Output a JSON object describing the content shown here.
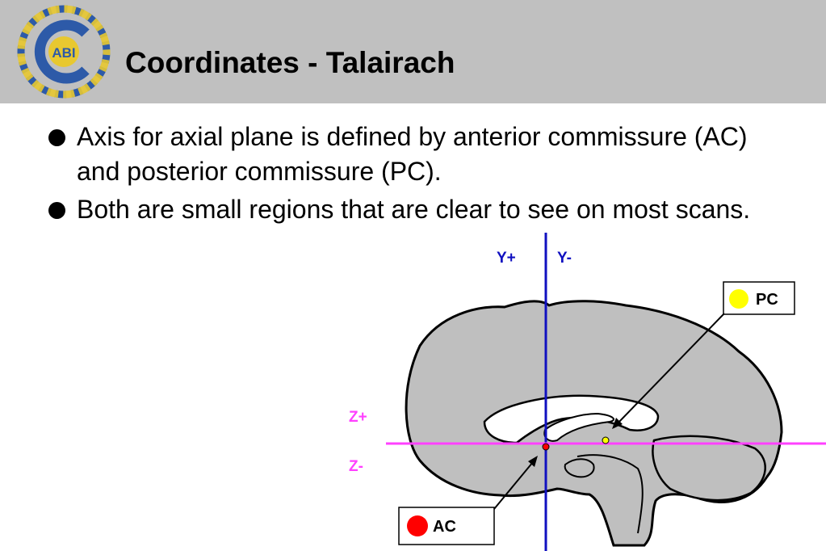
{
  "slide": {
    "title": "Coordinates - Talairach",
    "logo_text": "ABI",
    "bullets": [
      "Axis for axial plane is defined by anterior commissure (AC) and posterior commissure (PC).",
      "Both are small regions that are clear to see on most scans."
    ]
  },
  "diagram": {
    "axis_labels": {
      "y_plus": "Y+",
      "y_minus": "Y-",
      "z_plus": "Z+",
      "z_minus": "Z-"
    },
    "callouts": {
      "pc": "PC",
      "ac": "AC"
    }
  },
  "colors": {
    "header_bg": "#c0c0c0",
    "logo_blue": "#2d5aa8",
    "logo_yellow": "#e8c830",
    "y_axis": "#1010c0",
    "z_axis": "#ff40ff",
    "brain_fill": "#bfbfbf",
    "pc_marker": "#ffff00",
    "ac_marker": "#ff0000"
  }
}
